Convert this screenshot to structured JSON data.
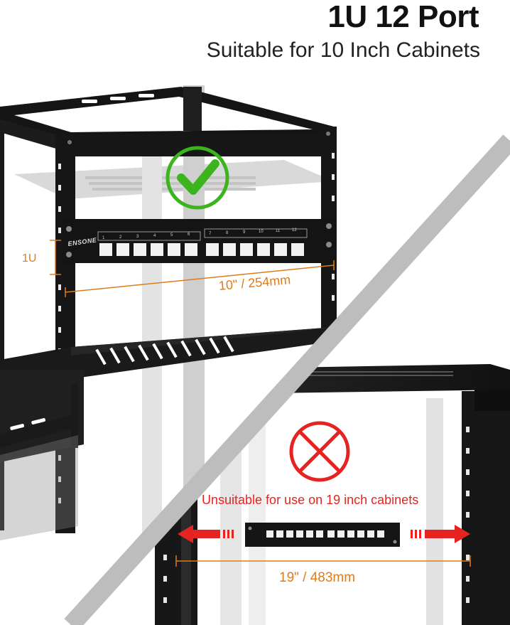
{
  "header": {
    "title": "1U 12 Port",
    "subtitle": "Suitable for 10 Inch Cabinets"
  },
  "top_scene": {
    "brand": "ENSONE",
    "height_label": "1U",
    "width_label": "10\" / 254mm",
    "port_numbers": [
      "1",
      "2",
      "3",
      "4",
      "5",
      "6",
      "7",
      "8",
      "9",
      "10",
      "11",
      "12"
    ],
    "verdict_icon": "green-check-circle-icon"
  },
  "bottom_scene": {
    "warning_text": "Unsuitable for use on 19 inch cabinets",
    "width_label": "19\" / 483mm",
    "verdict_icon": "red-x-circle-icon"
  },
  "colors": {
    "accent_orange": "#e07b1a",
    "check_green": "#3cb41e",
    "warning_red": "#e52421",
    "rack_black": "#1a1a1a"
  }
}
